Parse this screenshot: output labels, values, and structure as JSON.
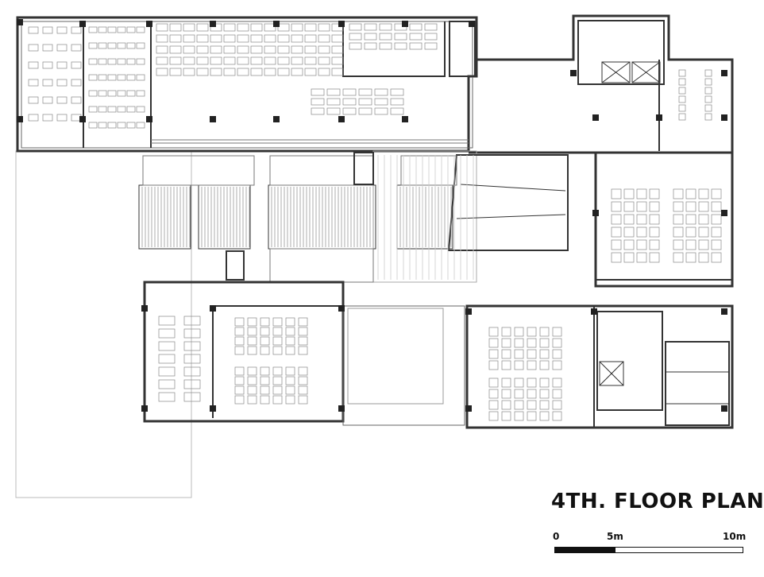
{
  "drawing": {
    "title": "4TH. FLOOR PLAN",
    "scale_bar": {
      "labels": [
        "0",
        "5m",
        "10m"
      ]
    }
  },
  "colors": {
    "line": "#333333",
    "wall": "#222222",
    "hatch": "#999999",
    "furniture": "#888888"
  }
}
